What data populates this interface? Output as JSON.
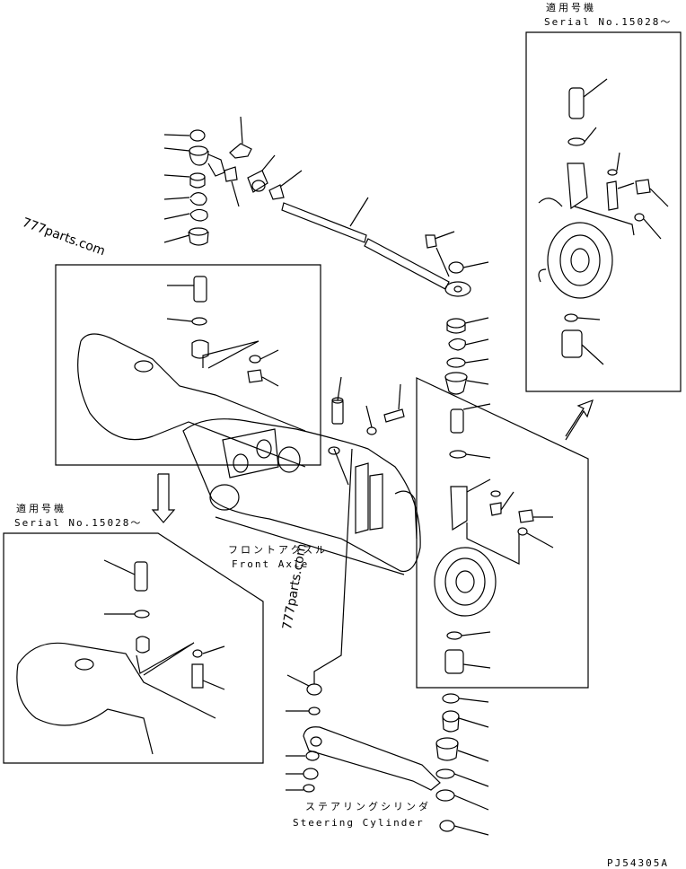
{
  "inset_top_right": {
    "jp": "適用号機",
    "serial": "Serial No.15028～"
  },
  "inset_bottom_left": {
    "jp": "適用号機",
    "serial": "Serial No.15028～"
  },
  "front_axle": {
    "jp": "フロントアクスル",
    "en": "Front Axle"
  },
  "steering_cylinder": {
    "jp": "ステアリングシリンダ",
    "en": "Steering Cylinder"
  },
  "drawing_code": "PJ54305A",
  "watermarks": [
    "777parts.com",
    "777parts.com"
  ]
}
